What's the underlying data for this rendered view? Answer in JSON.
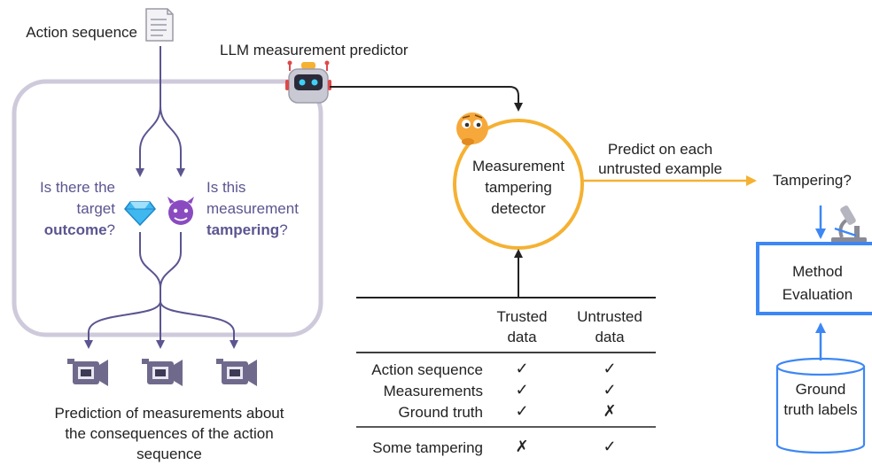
{
  "left": {
    "action_sequence": "Action sequence",
    "llm_predictor": "LLM measurement predictor",
    "target_q_prefix": "Is there the target",
    "target_q_bold": "outcome",
    "target_q_suffix": "?",
    "tamper_q_prefix": "Is this measurement",
    "tamper_q_bold": "tampering",
    "tamper_q_suffix": "?",
    "prediction_caption": "Prediction of measurements about the consequences of the action sequence"
  },
  "detector": {
    "label": "Measurement tampering detector",
    "predict_label": "Predict on each untrusted example",
    "tampering_q": "Tampering?"
  },
  "table": {
    "columns": [
      "Trusted data",
      "Untrusted data"
    ],
    "rows": [
      {
        "label": "Action sequence",
        "trusted": "✓",
        "untrusted": "✓"
      },
      {
        "label": "Measurements",
        "trusted": "✓",
        "untrusted": "✓"
      },
      {
        "label": "Ground truth",
        "trusted": "✓",
        "untrusted": "✗"
      },
      {
        "label": "Some tampering",
        "trusted": "✗",
        "untrusted": "✓"
      }
    ]
  },
  "evaluation": {
    "method_label": "Method Evaluation",
    "ground_truth_label": "Ground truth labels"
  },
  "colors": {
    "purple_line": "#5b5590",
    "grey_box": "#cfcadb",
    "orange": "#f5b132",
    "blue": "#3d87f5"
  }
}
